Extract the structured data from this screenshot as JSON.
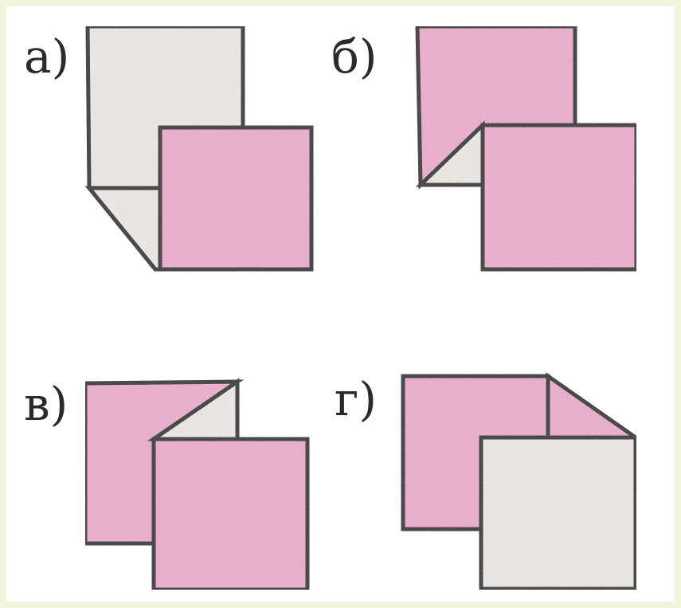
{
  "labels": {
    "a": "а)",
    "b": "б)",
    "v": "в)",
    "g": "г)"
  },
  "colors": {
    "pink": "#e6a9c9",
    "gray": "#e6e3e0",
    "outline": "#231f20",
    "page_border": "#f3f4dc"
  }
}
